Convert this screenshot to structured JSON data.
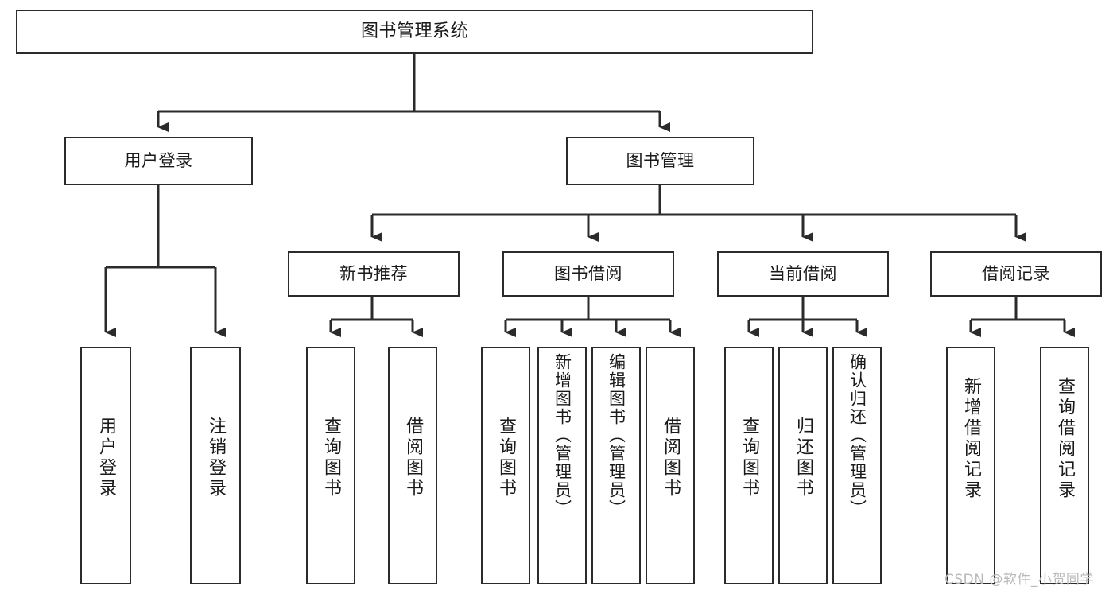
{
  "diagram": {
    "title": "图书管理系统",
    "type": "tree",
    "watermark": "CSDN @软件_小贺同学",
    "colors": {
      "box_border": "#2b2b2b",
      "box_fill": "#ffffff",
      "connector": "#2b2b2b",
      "text": "#1a1a1a",
      "watermark": "#b9b9b9",
      "background": "#ffffff"
    },
    "levels": [
      {
        "level": 1,
        "nodes": [
          {
            "id": "root",
            "label": "图书管理系统",
            "orientation": "horizontal"
          }
        ]
      },
      {
        "level": 2,
        "nodes": [
          {
            "id": "user-login",
            "label": "用户登录",
            "orientation": "horizontal",
            "parent": "root"
          },
          {
            "id": "book-mgmt",
            "label": "图书管理",
            "orientation": "horizontal",
            "parent": "root"
          }
        ]
      },
      {
        "level": 3,
        "nodes": [
          {
            "id": "new-book-rec",
            "label": "新书推荐",
            "orientation": "horizontal",
            "parent": "book-mgmt"
          },
          {
            "id": "book-borrow",
            "label": "图书借阅",
            "orientation": "horizontal",
            "parent": "book-mgmt"
          },
          {
            "id": "current-borrow",
            "label": "当前借阅",
            "orientation": "horizontal",
            "parent": "book-mgmt"
          },
          {
            "id": "borrow-record",
            "label": "借阅记录",
            "orientation": "horizontal",
            "parent": "book-mgmt"
          }
        ]
      },
      {
        "level": 4,
        "nodes": [
          {
            "id": "leaf-user-login",
            "label": "用户登录",
            "orientation": "vertical",
            "parent": "user-login"
          },
          {
            "id": "leaf-user-logout",
            "label": "注销登录",
            "orientation": "vertical",
            "parent": "user-login"
          },
          {
            "id": "leaf-rec-query",
            "label": "查询图书",
            "orientation": "vertical",
            "parent": "new-book-rec"
          },
          {
            "id": "leaf-rec-borrow",
            "label": "借阅图书",
            "orientation": "vertical",
            "parent": "new-book-rec"
          },
          {
            "id": "leaf-borrow-query",
            "label": "查询图书",
            "orientation": "vertical",
            "parent": "book-borrow"
          },
          {
            "id": "leaf-borrow-add",
            "label": "新增图书（管理员）",
            "orientation": "vertical",
            "parent": "book-borrow"
          },
          {
            "id": "leaf-borrow-edit",
            "label": "编辑图书（管理员）",
            "orientation": "vertical",
            "parent": "book-borrow"
          },
          {
            "id": "leaf-borrow-lend",
            "label": "借阅图书",
            "orientation": "vertical",
            "parent": "book-borrow"
          },
          {
            "id": "leaf-cur-query",
            "label": "查询图书",
            "orientation": "vertical",
            "parent": "current-borrow"
          },
          {
            "id": "leaf-cur-return",
            "label": "归还图书",
            "orientation": "vertical",
            "parent": "current-borrow"
          },
          {
            "id": "leaf-cur-confirm",
            "label": "确认归还（管理员）",
            "orientation": "vertical",
            "parent": "current-borrow"
          },
          {
            "id": "leaf-rec-add",
            "label": "新增借阅记录",
            "orientation": "vertical",
            "parent": "borrow-record"
          },
          {
            "id": "leaf-rec-search",
            "label": "查询借阅记录",
            "orientation": "vertical",
            "parent": "borrow-record"
          }
        ]
      }
    ]
  }
}
